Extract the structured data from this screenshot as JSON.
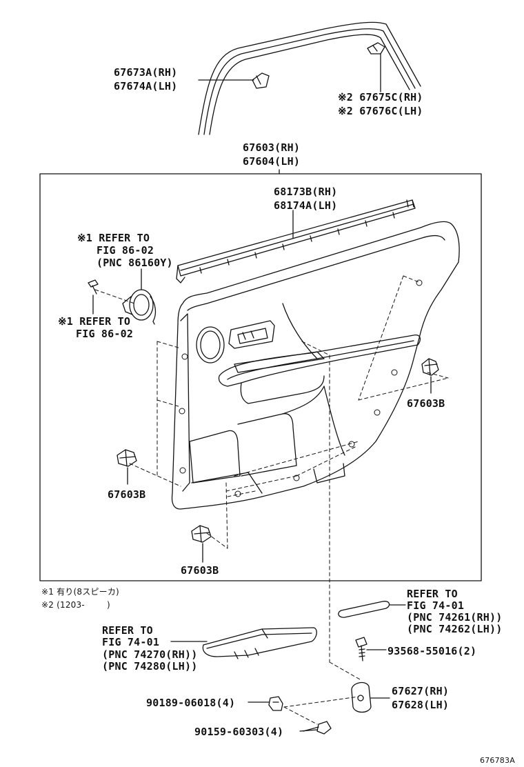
{
  "labels": {
    "glass_rh": "67673A(RH)",
    "glass_lh": "67674A(LH)",
    "corner_rh": "※2 67675C(RH)",
    "corner_lh": "※2 67676C(LH)",
    "board_rh": "67603(RH)",
    "board_lh": "67604(LH)",
    "weather_rh": "68173B(RH)",
    "weather_lh": "68174A(LH)",
    "ref1_l1": "※1 REFER TO",
    "ref1_l2": "FIG 86-02",
    "ref1_l3": "(PNC 86160Y)",
    "ref2_l1": "※1 REFER TO",
    "ref2_l2": "FIG 86-02",
    "clip_right": "67603B",
    "clip_left": "67603B",
    "clip_bottom": "67603B",
    "note1": "※1 有り(8スピーカ)",
    "note2": "※2 (1203-        )",
    "ref3_l1": "REFER TO",
    "ref3_l2": "FIG 74-01",
    "ref3_l3": "(PNC 74261(RH))",
    "ref3_l4": "(PNC 74262(LH))",
    "ref4_l1": "REFER TO",
    "ref4_l2": "FIG 74-01",
    "ref4_l3": "(PNC 74270(RH))",
    "ref4_l4": "(PNC 74280(LH))",
    "screw": "93568-55016(2)",
    "bracket_rh": "67627(RH)",
    "bracket_lh": "67628(LH)",
    "nut": "90189-06018(4)",
    "clip_small": "90159-60303(4)",
    "figure_id": "676783A"
  }
}
